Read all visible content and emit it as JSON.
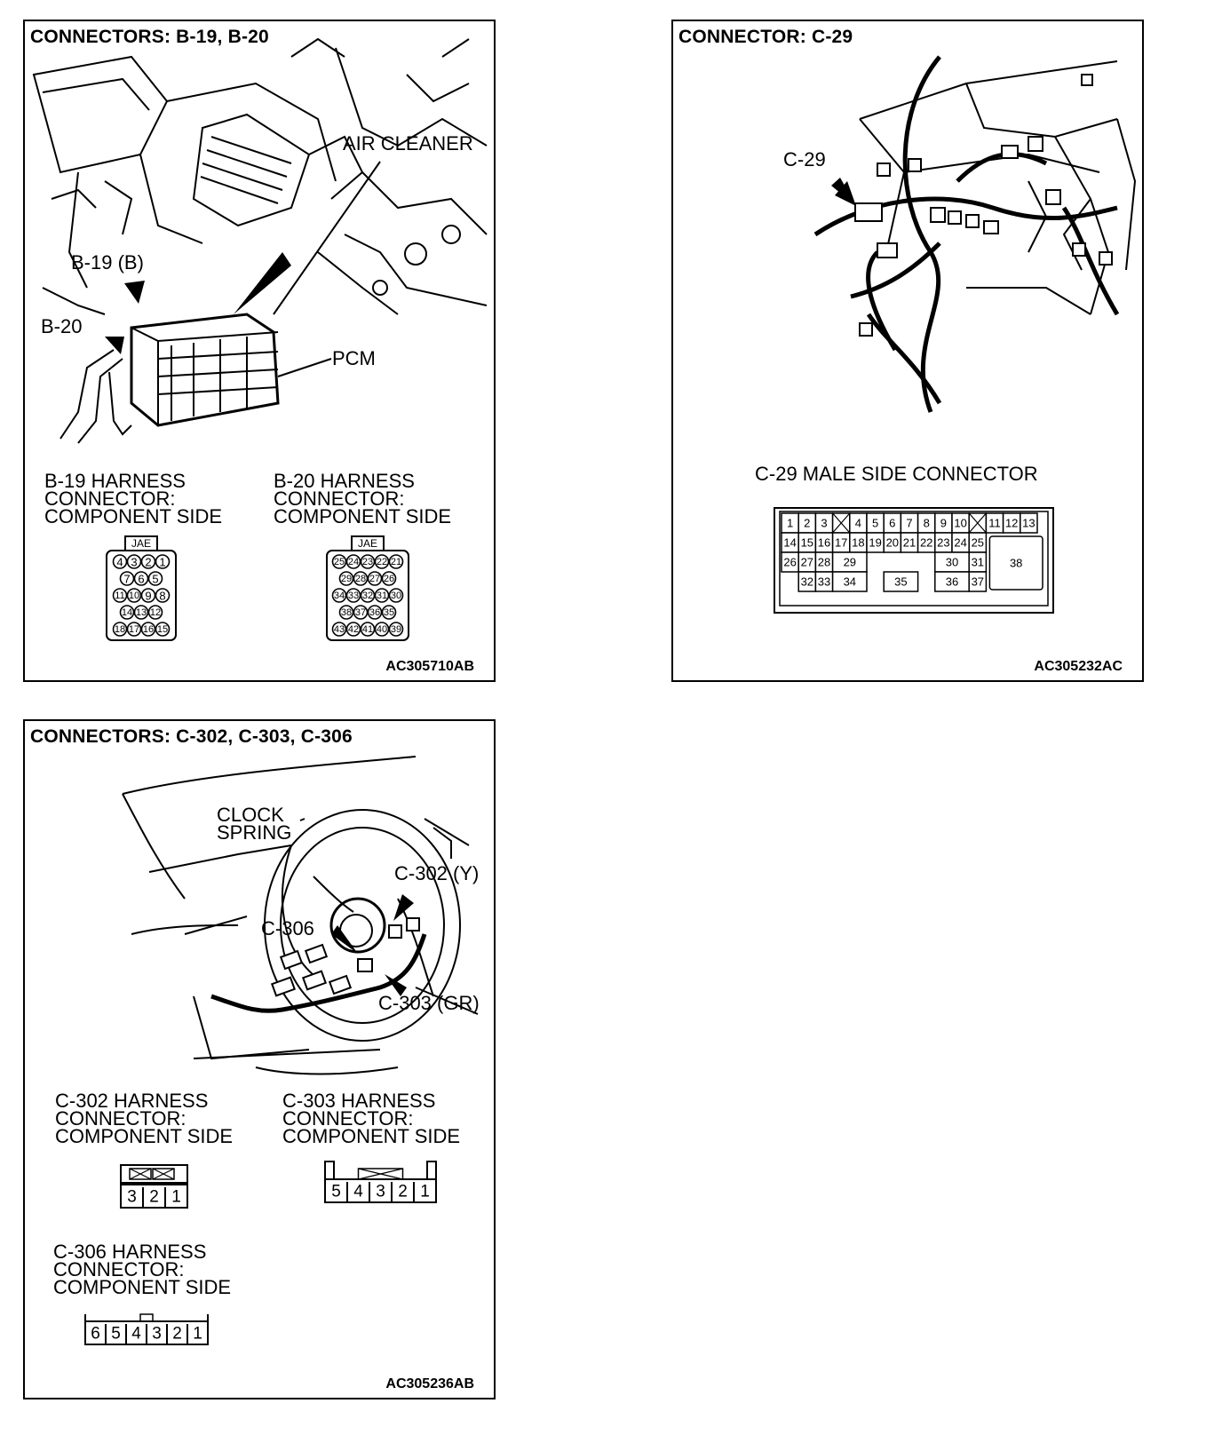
{
  "panels": {
    "b19b20": {
      "title": "CONNECTORS: B-19, B-20",
      "labels": {
        "air_cleaner": "AIR CLEANER",
        "b19": "B-19 (B)",
        "b20": "B-20",
        "pcm": "PCM"
      },
      "b19_block": [
        "B-19 HARNESS",
        "CONNECTOR:",
        "COMPONENT SIDE"
      ],
      "b20_block": [
        "B-20 HARNESS",
        "CONNECTOR:",
        "COMPONENT SIDE"
      ],
      "jae": "JAE",
      "b19_pins": [
        [
          "4",
          "3",
          "2",
          "1"
        ],
        [
          "7",
          "6",
          "5"
        ],
        [
          "11",
          "10",
          "9",
          "8"
        ],
        [
          "14",
          "13",
          "12"
        ],
        [
          "18",
          "17",
          "16",
          "15"
        ]
      ],
      "b20_pins": [
        [
          "25",
          "24",
          "23",
          "22",
          "21"
        ],
        [
          "29",
          "28",
          "27",
          "26"
        ],
        [
          "34",
          "33",
          "32",
          "31",
          "30"
        ],
        [
          "38",
          "37",
          "36",
          "35"
        ],
        [
          "43",
          "42",
          "41",
          "40",
          "39"
        ]
      ],
      "code": "AC305710AB"
    },
    "c29": {
      "title": "CONNECTOR: C-29",
      "label_c29": "C-29",
      "subtitle": "C-29 MALE SIDE CONNECTOR",
      "row1": [
        "1",
        "2",
        "3",
        "",
        "4",
        "5",
        "6",
        "7",
        "8",
        "9",
        "10",
        "",
        "11",
        "12",
        "13"
      ],
      "row2": [
        "14",
        "15",
        "16",
        "17",
        "18",
        "19",
        "20",
        "21",
        "22",
        "23",
        "24",
        "25"
      ],
      "row3": [
        "26",
        "27",
        "28",
        "29",
        "30",
        "31"
      ],
      "row4": [
        "32",
        "33",
        "34",
        "35",
        "36",
        "37"
      ],
      "big": "38",
      "code": "AC305232AC"
    },
    "c302": {
      "title": "CONNECTORS: C-302, C-303, C-306",
      "labels": {
        "clock": "CLOCK",
        "spring": "SPRING",
        "c302": "C-302 (Y)",
        "c306": "C-306",
        "c303": "C-303 (GR)"
      },
      "c302_block": [
        "C-302 HARNESS",
        "CONNECTOR:",
        "COMPONENT SIDE"
      ],
      "c303_block": [
        "C-303 HARNESS",
        "CONNECTOR:",
        "COMPONENT SIDE"
      ],
      "c306_block": [
        "C-306 HARNESS",
        "CONNECTOR:",
        "COMPONENT SIDE"
      ],
      "c302_pins": [
        "3",
        "2",
        "1"
      ],
      "c303_pins": [
        "5",
        "4",
        "3",
        "2",
        "1"
      ],
      "c306_pins": [
        "6",
        "5",
        "4",
        "3",
        "2",
        "1"
      ],
      "code": "AC305236AB"
    }
  }
}
